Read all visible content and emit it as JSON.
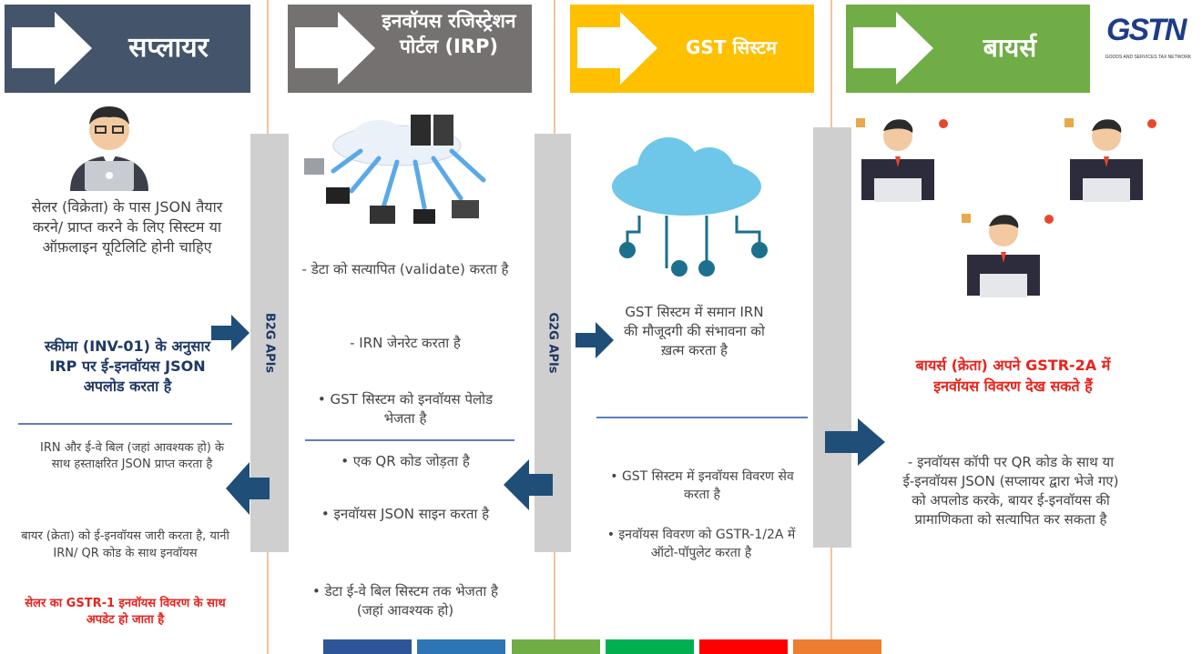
{
  "headers": {
    "supplier": "सप्लायर",
    "irp": "इनवॉयस रजिस्ट्रेशन पोर्टल (IRP)",
    "gst": "GST सिस्टम",
    "buyer": "बायर्स"
  },
  "logo": {
    "mark": "GSTN",
    "tagline": "GOODS AND SERVICES TAX NETWORK"
  },
  "api_labels": {
    "b2g": "B2G APIs",
    "g2g": "G2G APIs"
  },
  "supplier": {
    "prereq": "सेलर (विक्रेता) के पास JSON तैयार करने/ प्राप्त करने के लिए सिस्टम या ऑफ़लाइन यूटिलिटि होनी चाहिए",
    "upload": "स्कीमा (INV-01) के अनुसार IRP पर ई-इनवॉयस JSON अपलोड करता है",
    "receive": "IRN और ई-वे बिल (जहां आवश्यक हो) के साथ हस्ताक्षरित JSON प्राप्त करता है",
    "issue": "बायर (क्रेता) को ई-इनवॉयस जारी करता है, यानी IRN/ QR कोड के साथ इनवॉयस",
    "update": "सेलर का GSTR-1 इनवॉयस विवरण के साथ अपडेट हो जाता है"
  },
  "irp": {
    "step1": "- डेटा को सत्यापित (validate) करता है",
    "step2": "- IRN जेनरेट करता है",
    "step3": "• GST सिस्टम को इनवॉयस पेलोड भेजता है",
    "step4": "• एक QR कोड जोड़ता है",
    "step5": "• इनवॉयस JSON साइन करता है",
    "step6": "• डेटा ई-वे बिल सिस्टम तक भेजता है (जहां आवश्यक हो)"
  },
  "gst": {
    "dup": "GST सिस्टम में समान IRN की मौजूदगी की संभावना को ख़त्म करता है",
    "save": "• GST सिस्टम में इनवॉयस विवरण सेव करता है",
    "populate": "• इनवॉयस विवरण को GSTR-1/2A में ऑटो-पॉपुलेट करता है"
  },
  "buyer": {
    "view": "बायर्स (क्रेता) अपने GSTR-2A में इनवॉयस विवरण देख सकते हैं",
    "verify": "- इनवॉयस कॉपी पर QR कोड के साथ या ई-इनवॉयस JSON (सप्लायर द्वारा भेजे गए) को अपलोड करके, बायर ई-इनवॉयस की प्रामाणिकता को सत्यापित कर सकता है"
  },
  "colors": {
    "supplier_header": "#44546a",
    "irp_header": "#767171",
    "gst_header": "#ffc000",
    "buyer_header": "#70ad47",
    "arrow": "#1f4e79",
    "red_text": "#e8231c",
    "bottom_bars": [
      "#2e5597",
      "#2e75b6",
      "#70ad47",
      "#00b050",
      "#ff0000",
      "#ed7d31"
    ]
  },
  "icons": [
    "monitor-arrow-icon",
    "seller-laptop-icon",
    "cloud-server-network-icon",
    "cloud-network-icon",
    "buyer-desk-icon",
    "right-arrow-icon",
    "left-arrow-icon"
  ]
}
